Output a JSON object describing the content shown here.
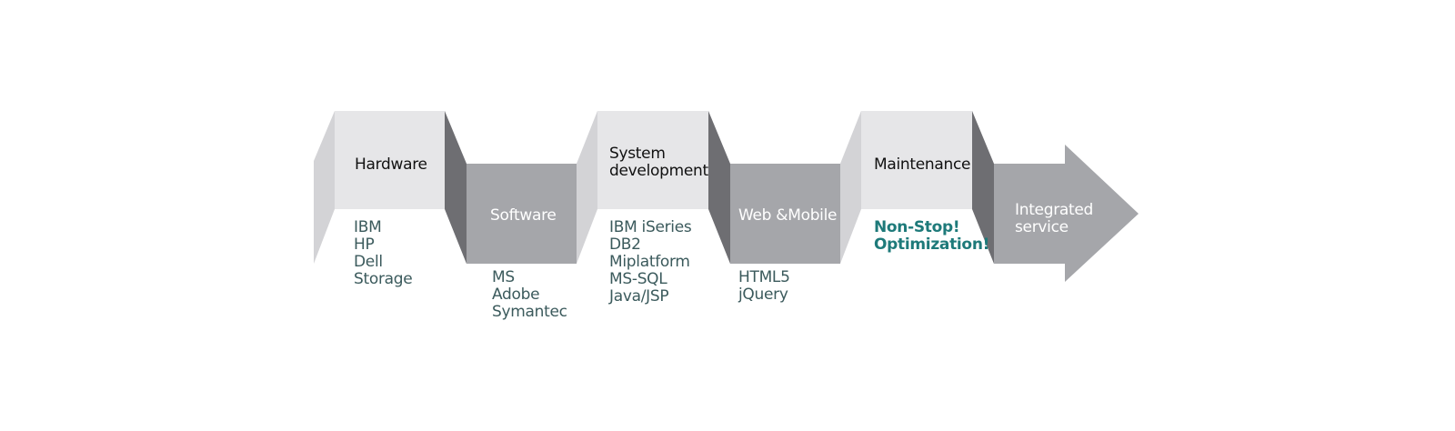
{
  "colors": {
    "light_face": "#e6e6e8",
    "light_side": "#d3d3d6",
    "dark_face": "#a5a6aa",
    "dark_side": "#6e6e72",
    "sub_text": "#3b5a5c",
    "highlight_text": "#1e7a7a"
  },
  "steps": [
    {
      "title": "Hardware",
      "items": [
        "IBM",
        "HP",
        "Dell",
        "Storage"
      ]
    },
    {
      "title": "Software",
      "items": [
        "MS",
        "Adobe",
        "Symantec"
      ]
    },
    {
      "title_lines": [
        "System",
        "development"
      ],
      "items": [
        "IBM iSeries",
        "DB2",
        "Miplatform",
        "MS-SQL",
        "Java/JSP"
      ]
    },
    {
      "title": "Web &Mobile",
      "items": [
        "HTML5",
        "jQuery"
      ]
    },
    {
      "title": "Maintenance",
      "items": [
        "Non-Stop!",
        "Optimization!"
      ]
    }
  ],
  "final": {
    "title_lines": [
      "Integrated",
      "service"
    ]
  }
}
